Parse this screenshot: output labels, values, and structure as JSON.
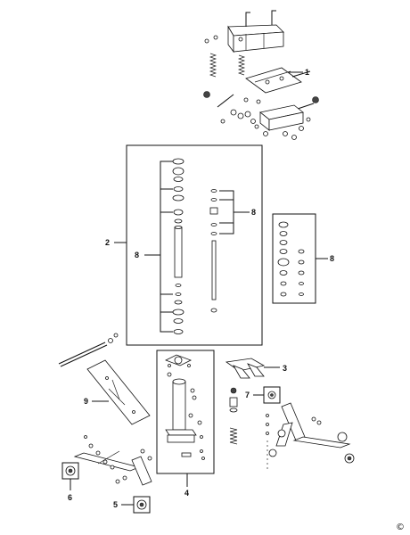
{
  "callouts": {
    "c1": "1",
    "c2": "2",
    "c3": "3",
    "c4": "4",
    "c5": "5",
    "c6": "6",
    "c7": "7",
    "c8a": "8",
    "c8b": "8",
    "c8c": "8",
    "c9": "9"
  },
  "copyright_symbol": "©",
  "icons": {
    "diagram": "exploded-parts-diagram",
    "copyright": "copyright-icon"
  }
}
